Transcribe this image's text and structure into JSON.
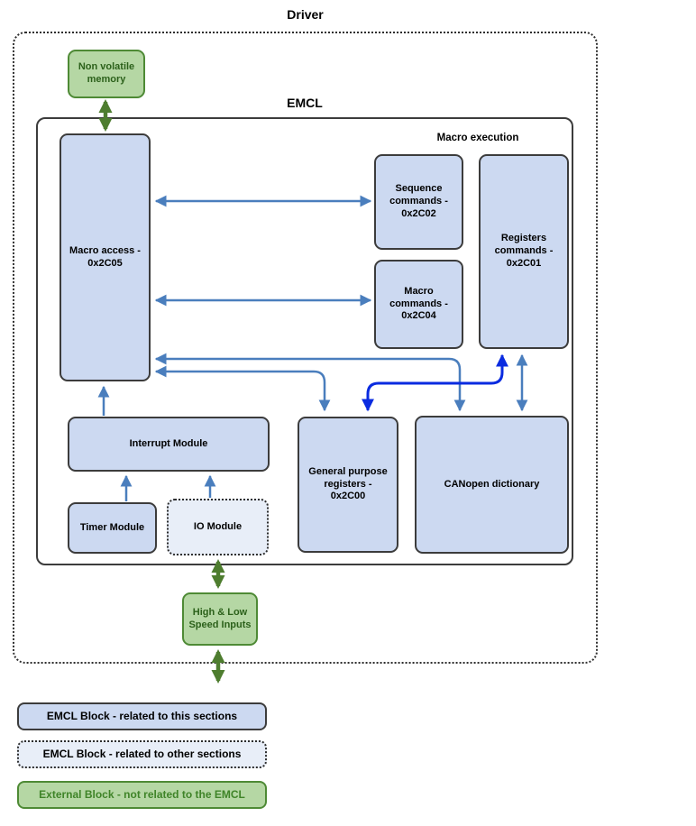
{
  "diagram": {
    "title": "Driver",
    "emcl_label": "EMCL",
    "macro_execution_label": "Macro execution"
  },
  "blocks": {
    "non_volatile_memory": "Non volatile\nmemory",
    "macro_access": "Macro access -\n0x2C05",
    "sequence_commands": "Sequence\ncommands -\n0x2C02",
    "macro_commands": "Macro\ncommands -\n0x2C04",
    "registers_commands": "Registers\ncommands -\n0x2C01",
    "interrupt_module": "Interrupt Module",
    "timer_module": "Timer Module",
    "io_module": "IO Module",
    "general_purpose_registers": "General purpose\nregisters -\n0x2C00",
    "canopen_dictionary": "CANopen dictionary",
    "high_low_speed_inputs": "High & Low\nSpeed Inputs"
  },
  "legend": {
    "emcl_this_section": "EMCL Block - related to this sections",
    "emcl_other_sections": "EMCL Block - related to other sections",
    "external_block": "External Block - not related to the EMCL"
  },
  "colors": {
    "block_blue_fill": "#ccd9f1",
    "block_light_fill": "#e8eef8",
    "block_border": "#3c3c3c",
    "green_fill": "#b5d7a4",
    "green_border": "#4e8a35",
    "green_text": "#2c611b",
    "arrow_steel_blue": "#4a7ebd",
    "arrow_dark_blue": "#0a2be0",
    "arrow_green": "#4e7d2f"
  }
}
